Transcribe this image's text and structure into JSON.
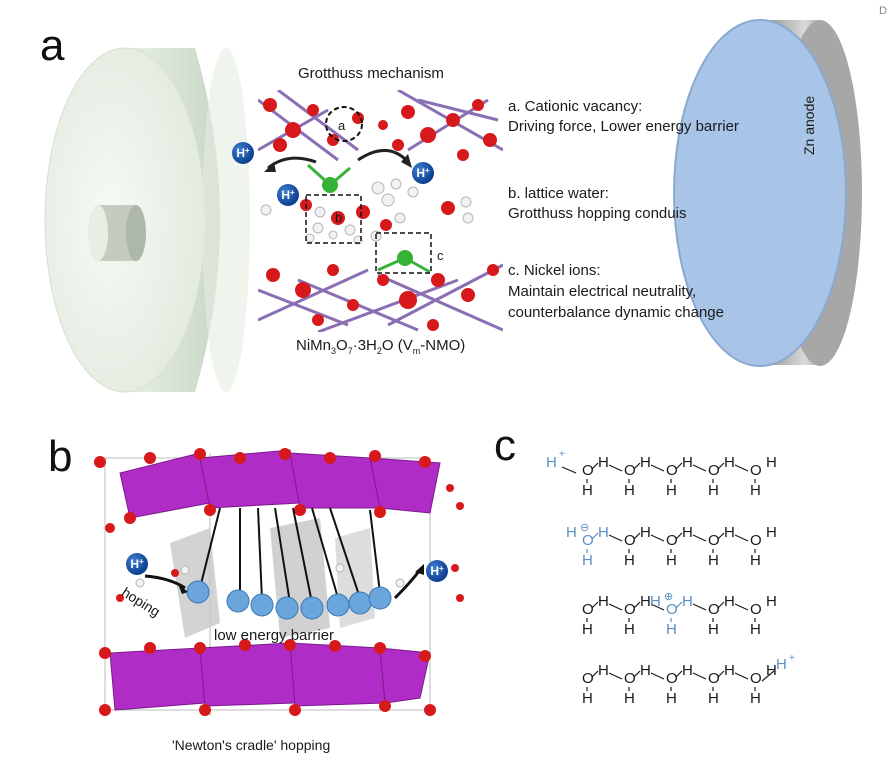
{
  "panels": {
    "a": "a",
    "b": "b",
    "c": "c"
  },
  "corner_mark": "D",
  "panel_a": {
    "title": "Grotthuss mechanism",
    "anode_label": "Zn anode",
    "box_labels": {
      "a": "a",
      "b": "b",
      "c": "c"
    },
    "material_formula": {
      "base": "NiMn",
      "sub1": "3",
      "o": "O",
      "sub2": "7",
      "rest": "·3H",
      "sub3": "2",
      "rest2": "O (V",
      "sub4": "m",
      "rest3": "-NMO)"
    },
    "hplus": "H",
    "hplus_sup": "+",
    "annotations": [
      {
        "heading": "a. Cationic vacancy:",
        "detail": [
          "Driving force, Lower energy barrier"
        ]
      },
      {
        "heading": "b. lattice water:",
        "detail": [
          "Grotthuss hopping conduis"
        ]
      },
      {
        "heading": "c. Nickel ions:",
        "detail": [
          "Maintain electrical neutrality,",
          "counterbalance dynamic change"
        ]
      }
    ]
  },
  "panel_b": {
    "hoping": "hoping",
    "barrier": "low energy barrier",
    "caption": "'Newton's cradle' hopping",
    "hplus": "H",
    "hplus_sup": "+"
  },
  "panel_c": {
    "h": "H",
    "o": "O",
    "hplus": "H",
    "plus": "+",
    "minus_sign": "⊖",
    "plus_sign": "⊕"
  },
  "colors": {
    "oxygen": "#d7191c",
    "manganese": "#8a6fb5",
    "nickel": "#36b336",
    "polyhedra": "#b02cc7",
    "proton_blue": "#1f5fb5",
    "ball_blue": "#6aa5dc",
    "chain_highlight": "#5a8fc7",
    "disk_face": "#a9c4e6"
  }
}
